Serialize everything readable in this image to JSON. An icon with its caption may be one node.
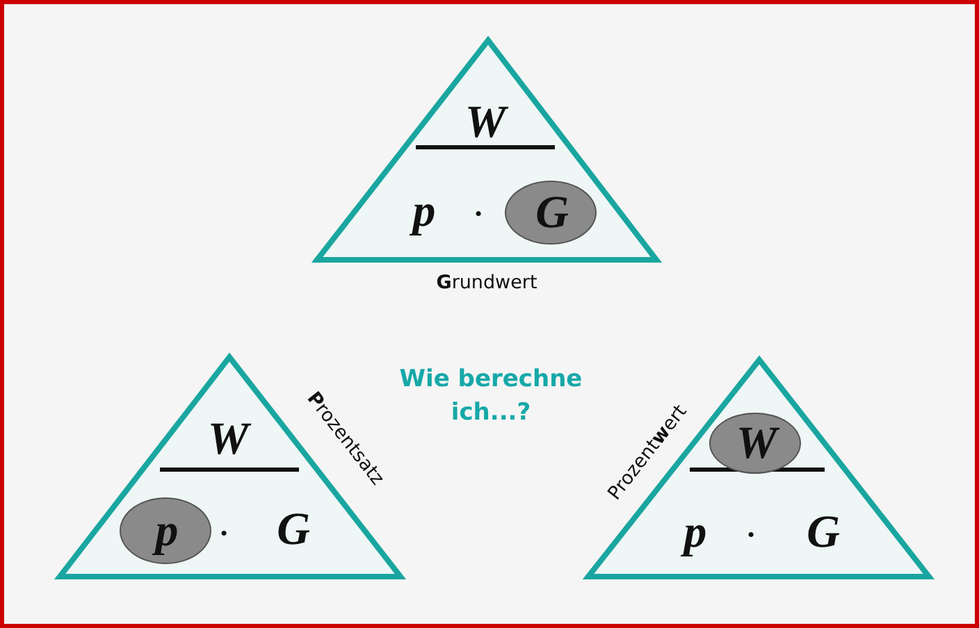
{
  "diagram": {
    "title": "Wie berechne ich...?",
    "nodes": [
      {
        "text": [
          "W",
          "p",
          "·"
        ],
        "beside": [
          "**G**rundwert"
        ]
      },
      {
        "text": [
          "G"
        ],
        "in": 0
      },
      {
        "text": [
          "W",
          "·",
          "G"
        ],
        "beside": [
          "**P**rozentsatz"
        ]
      },
      {
        "text": [
          "p"
        ],
        "in": 2
      },
      {
        "text": [
          "p",
          "·",
          "G"
        ],
        "beside": [
          "Prozent**w**ert"
        ]
      },
      {
        "text": [
          "W"
        ],
        "in": 4
      }
    ],
    "edges": []
  }
}
